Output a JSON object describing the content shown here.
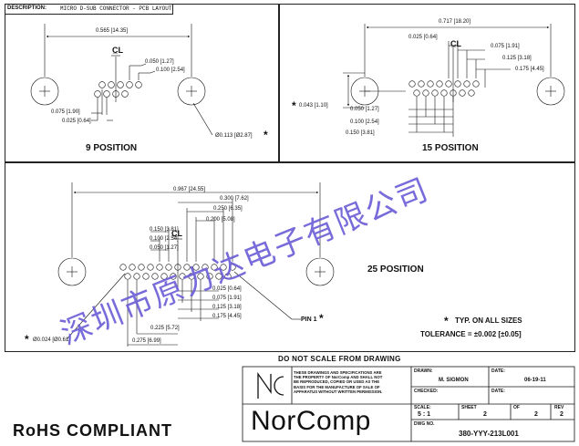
{
  "header": {
    "desc_label": "DESCRIPTION:",
    "desc_value": "MICRO D-SUB CONNECTOR - PCB LAYOUT"
  },
  "panel9": {
    "title": "9 POSITION",
    "dims": {
      "overall": "0.565 [14.35]",
      "d050": "0.050 [1.27]",
      "d100": "0.100 [2.54]",
      "d075": "0.075 [1.90]",
      "d025": "0.025 [0.64]",
      "hole": "Ø0.113 [Ø2.87]"
    },
    "cl": "C̲L"
  },
  "panel15": {
    "title": "15 POSITION",
    "dims": {
      "overall": "0.717 [18.20]",
      "d025": "0.025 [0.64]",
      "d075": "0.075 [1.91]",
      "d125": "0.125 [3.18]",
      "d175": "0.175 [4.45]",
      "d043": "0.043 [1.10]",
      "d050": "0.050 [1.27]",
      "d100": "0.100 [2.54]",
      "d150": "0.150 [3.81]"
    },
    "cl": "C̲L"
  },
  "panel25": {
    "title": "25 POSITION",
    "dims": {
      "overall": "0.967 [24.55]",
      "d300": "0.300 [7.62]",
      "d250": "0.250 [6.35]",
      "d200": "0.200 [5.08]",
      "d150": "0.150 [3.81]",
      "d100": "0.100 [2.54]",
      "d050": "0.050 [1.27]",
      "d025": "0.025 [0.64]",
      "d075": "0.075 [1.91]",
      "d125": "0.125 [3.18]",
      "d175": "0.175 [4.45]",
      "d225": "0.225 [5.72]",
      "d275": "0.275 [6.99]",
      "d024": "Ø0.024 [Ø0.61]"
    },
    "pin1": "PIN 1",
    "typ_note": "TYP. ON ALL SIZES",
    "tolerance": "TOLERANCE = ±0.002 [±0.05]",
    "cl": "C̲L"
  },
  "titleblock": {
    "no_scale": "DO NOT SCALE FROM DRAWING",
    "legal": [
      "THESE DRAWINGS AND SPECIFICATIONS ARE",
      "THE PROPERTY OF NorComp AND SHALL NOT",
      "BE REPRODUCED, COPIED OR USED AS THE",
      "BASIS FOR THE MANUFACTURE OF SALE OF",
      "APPARATUS WITHOUT WRITTEN PERMISSION."
    ],
    "drawn_label": "DRAWN:",
    "drawn_value": "M. SIGMON",
    "date_label": "DATE:",
    "date_value": "06-19-11",
    "checked_label": "CHECKED:",
    "checked_date_label": "DATE:",
    "scale_label": "SCALE:",
    "scale_value": "5 : 1",
    "sheet_label": "SHEET",
    "sheet_value": "2",
    "of_label": "OF",
    "of_value": "2",
    "rev_label": "REV",
    "rev_value": "2",
    "dwg_label": "DWG NO.",
    "dwg_value": "380-YYY-213L001",
    "company": "NorComp",
    "rohs": "RoHS COMPLIANT",
    "logo_letters": "NC"
  },
  "watermark": "深圳市原力达电子有限公司"
}
